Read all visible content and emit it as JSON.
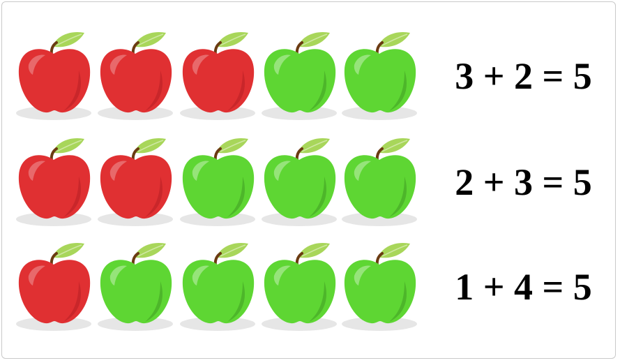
{
  "colors": {
    "red": "#e03032",
    "red_dark": "#b71f24",
    "green": "#5ed633",
    "green_dark": "#3f9c22",
    "leaf": "#a8d65a",
    "stem": "#6b3b12",
    "shadow": "#e6e6e6"
  },
  "rows": [
    {
      "equation": "3 + 2 = 5",
      "apples": [
        "red",
        "red",
        "red",
        "green",
        "green"
      ]
    },
    {
      "equation": "2 + 3 = 5",
      "apples": [
        "red",
        "red",
        "green",
        "green",
        "green"
      ]
    },
    {
      "equation": "1 + 4 = 5",
      "apples": [
        "red",
        "green",
        "green",
        "green",
        "green"
      ]
    }
  ]
}
